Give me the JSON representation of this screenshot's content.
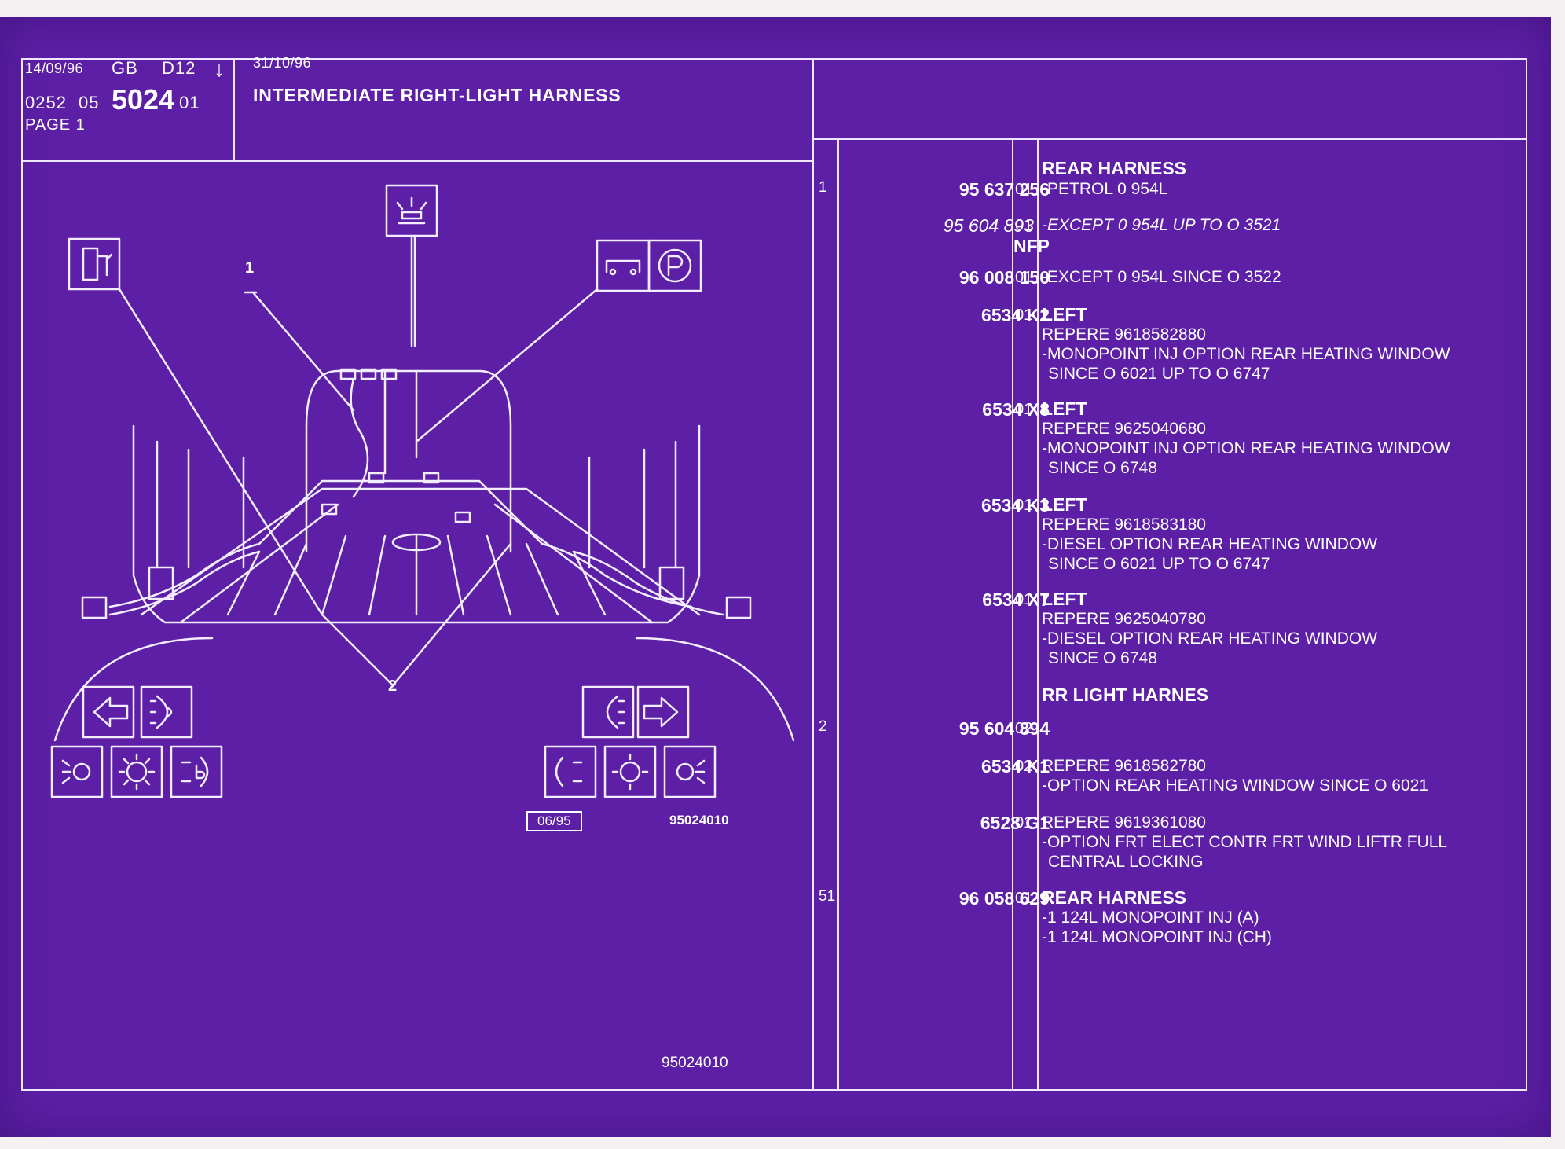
{
  "header": {
    "date1": "14/09/96",
    "lang": "GB",
    "code": "D12",
    "arrow": "↓",
    "ref_a": "0252",
    "ref_b": "05",
    "ref_main": "5024",
    "ref_c": "01",
    "page": "PAGE 1",
    "date2": "31/10/96",
    "title": "INTERMEDIATE RIGHT-LIGHT HARNESS"
  },
  "diagram": {
    "label_1": "1",
    "label_2": "2",
    "box_ref": "06/95",
    "ref_code": "95024010",
    "figure_number": "95024010",
    "icons": [
      "fuel-pump-icon",
      "roof-lamp-icon",
      "seat-belt-icon",
      "parking-brake-icon",
      "left-indicator-icon",
      "rear-fog-icon",
      "reverse-lamp-icon",
      "brake-lamp-icon",
      "rear-lamp-icon",
      "right-indicator-icon"
    ]
  },
  "parts": [
    {
      "ref": "",
      "part_no": "",
      "qty": "",
      "lines": [
        {
          "t": "REAR HARNESS",
          "s": "bold"
        }
      ]
    },
    {
      "ref": "1",
      "part_no": "95 637 256",
      "qty": "01",
      "lines": [
        {
          "t": "-PETROL 0 954L",
          "s": ""
        }
      ]
    },
    {
      "ref": "",
      "part_no": "95 604 893",
      "part_no_2": "NFP",
      "qty": "01",
      "italic": true,
      "lines": [
        {
          "t": "-EXCEPT  0 954L  UP  TO  O  3521",
          "s": "ital"
        }
      ]
    },
    {
      "ref": "",
      "part_no": "96 008 150",
      "qty": "01",
      "lines": [
        {
          "t": "-EXCEPT  0 954L  SINCE  O  3522",
          "s": ""
        }
      ]
    },
    {
      "ref": "",
      "part_no": "6534 K2",
      "qty": "01",
      "lines": [
        {
          "t": "LEFT",
          "s": "bold"
        },
        {
          "t": "REPERE  9618582880",
          "s": ""
        },
        {
          "t": "-MONOPOINT INJ OPTION REAR HEATING WINDOW",
          "s": ""
        },
        {
          "t": "SINCE  O  6021  UP  TO  O  6747",
          "s": "ind"
        }
      ]
    },
    {
      "ref": "",
      "part_no": "6534 X8",
      "qty": "01",
      "lines": [
        {
          "t": "LEFT",
          "s": "bold"
        },
        {
          "t": "REPERE  9625040680",
          "s": ""
        },
        {
          "t": "-MONOPOINT INJ OPTION REAR HEATING WINDOW",
          "s": ""
        },
        {
          "t": "SINCE  O  6748",
          "s": "ind"
        }
      ]
    },
    {
      "ref": "",
      "part_no": "6534 K3",
      "qty": "01",
      "lines": [
        {
          "t": "LEFT",
          "s": "bold"
        },
        {
          "t": "REPERE  9618583180",
          "s": ""
        },
        {
          "t": "-DIESEL OPTION REAR HEATING WINDOW",
          "s": ""
        },
        {
          "t": "SINCE  O  6021  UP  TO  O  6747",
          "s": "ind"
        }
      ]
    },
    {
      "ref": "",
      "part_no": "6534 X7",
      "qty": "01",
      "lines": [
        {
          "t": "LEFT",
          "s": "bold"
        },
        {
          "t": "REPERE  9625040780",
          "s": ""
        },
        {
          "t": "-DIESEL OPTION REAR HEATING WINDOW",
          "s": ""
        },
        {
          "t": "SINCE  O  6748",
          "s": "ind"
        }
      ]
    },
    {
      "ref": "",
      "part_no": "",
      "qty": "",
      "lines": [
        {
          "t": "RR LIGHT HARNES",
          "s": "bold"
        }
      ]
    },
    {
      "ref": "2",
      "part_no": "95 604 894",
      "qty": "02",
      "lines": []
    },
    {
      "ref": "",
      "part_no": "6534 K1",
      "qty": "02",
      "lines": [
        {
          "t": "REPERE  9618582780",
          "s": ""
        },
        {
          "t": "-OPTION REAR HEATING WINDOW SINCE  O  6021",
          "s": ""
        }
      ]
    },
    {
      "ref": "",
      "part_no": "6528 G1",
      "qty": "01",
      "lines": [
        {
          "t": "REPERE  9619361080",
          "s": ""
        },
        {
          "t": "-OPTION FRT ELECT CONTR FRT WIND LIFTR FULL",
          "s": ""
        },
        {
          "t": "CENTRAL LOCKING",
          "s": "ind"
        }
      ]
    },
    {
      "ref": "51",
      "part_no": "96 058 629",
      "qty": "01",
      "lines": [
        {
          "t": "REAR HARNESS",
          "s": "bold"
        },
        {
          "t": "-1 124L MONOPOINT INJ (A)",
          "s": ""
        },
        {
          "t": "-1 124L MONOPOINT INJ (CH)",
          "s": ""
        }
      ]
    }
  ],
  "colors": {
    "background": "#5c1fa6",
    "lines": "#efe6ff",
    "paper": "#f4f1f2"
  }
}
